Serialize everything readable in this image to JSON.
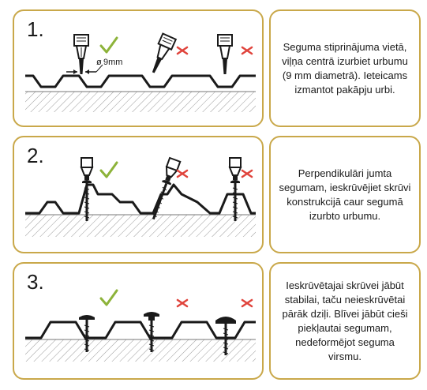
{
  "steps": [
    {
      "number": "1.",
      "diameter_label": "9mm",
      "text": "Seguma stiprinājuma vietā, viļņa centrā izurbiet urbumu (9 mm diametrā). Ieteicams izmantot pakāpju urbi.",
      "marks": [
        "check-icon",
        "cross-icon",
        "cross-icon"
      ]
    },
    {
      "number": "2.",
      "text": "Perpendikulāri jumta segumam, ieskrūvējiet skrūvi konstrukcijā caur segumā izurbto urbumu.",
      "marks": [
        "check-icon",
        "cross-icon",
        "cross-icon"
      ]
    },
    {
      "number": "3.",
      "text": "Ieskrūvētajai skrūvei jābūt stabilai, taču neieskrūvētai pārāk dziļi. Blīvei jābūt cieši piekļautai segumam, nedeformējot seguma virsmu.",
      "marks": [
        "check-icon",
        "cross-icon",
        "cross-icon"
      ]
    }
  ],
  "colors": {
    "border": "#c9a84a",
    "check": "#8db33a",
    "cross": "#e0443c",
    "ink": "#1a1a1a",
    "hatch": "#9a9a9a"
  }
}
